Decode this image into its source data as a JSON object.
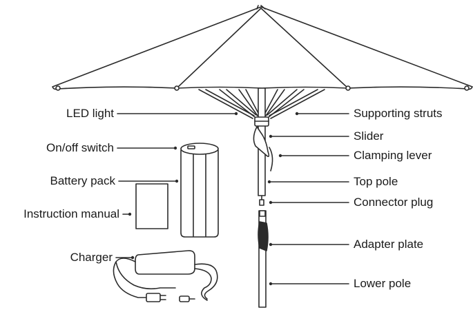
{
  "labels": {
    "led_light": "LED light",
    "on_off_switch": "On/off switch",
    "battery_pack": "Battery pack",
    "instruction_manual": "Instruction manual",
    "charger": "Charger",
    "supporting_struts": "Supporting struts",
    "slider": "Slider",
    "clamping_lever": "Clamping lever",
    "top_pole": "Top pole",
    "connector_plug": "Connector plug",
    "adapter_plate": "Adapter plate",
    "lower_pole": "Lower pole"
  },
  "colors": {
    "line": "#2b2b2b",
    "text": "#1a1a1a",
    "background": "#ffffff"
  }
}
